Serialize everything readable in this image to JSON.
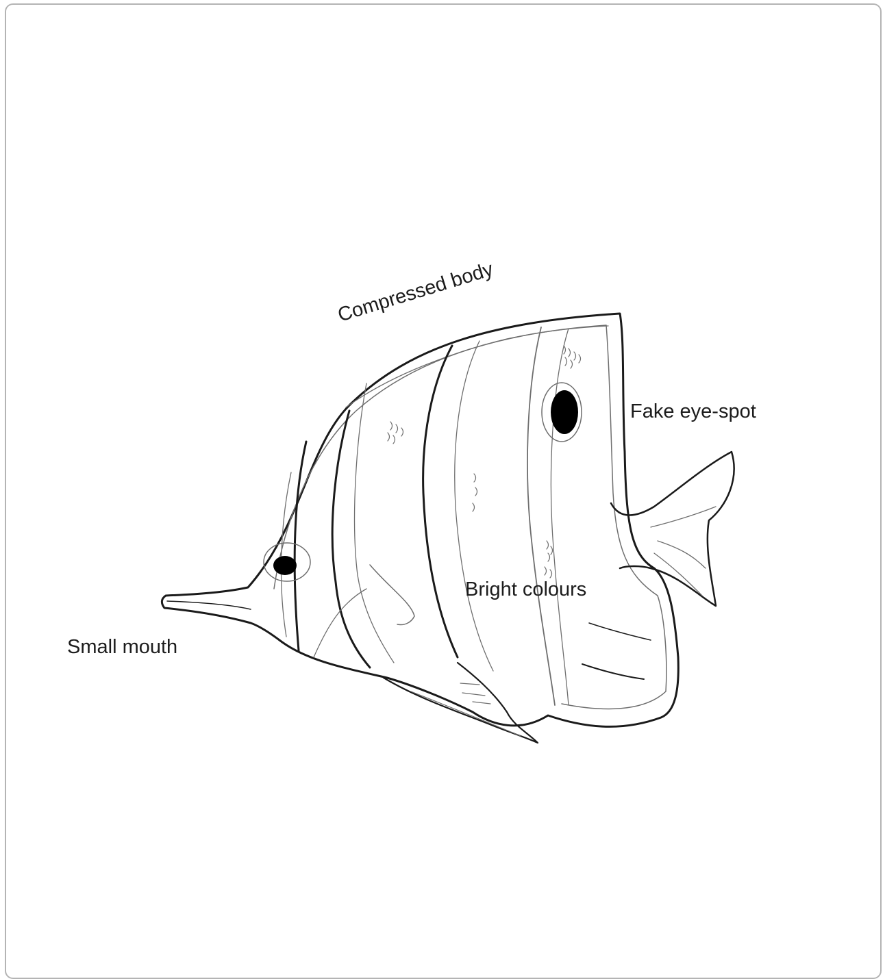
{
  "diagram": {
    "subject_icon": "butterflyfish-line-drawing",
    "colors": {
      "outline": "#1a1a1a",
      "detail": "#6e6e6e",
      "frame_border": "#b4b4b4"
    },
    "labels": {
      "compressed_body": "Compressed body",
      "fake_eye_spot": "Fake eye-spot",
      "bright_colours": "Bright colours",
      "small_mouth": "Small mouth"
    }
  }
}
